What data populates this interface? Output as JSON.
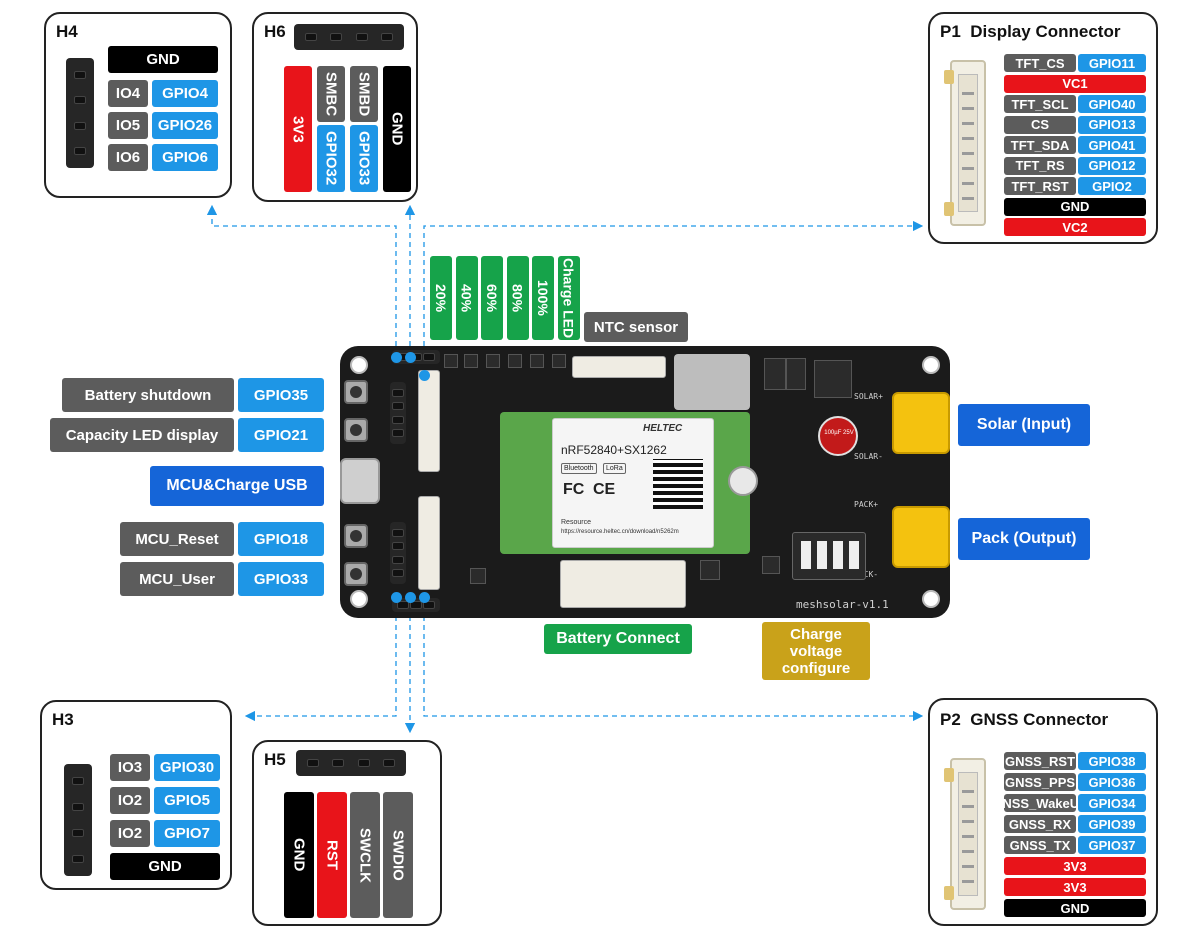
{
  "panels": {
    "h4": {
      "title": "H4",
      "pins": [
        {
          "io": "",
          "gpio": "GND"
        },
        {
          "io": "IO4",
          "gpio": "GPIO4"
        },
        {
          "io": "IO5",
          "gpio": "GPIO26"
        },
        {
          "io": "IO6",
          "gpio": "GPIO6"
        }
      ]
    },
    "h6": {
      "title": "H6",
      "pins": [
        {
          "top": "3V3",
          "bottom": ""
        },
        {
          "top": "SMBC",
          "bottom": "GPIO32"
        },
        {
          "top": "SMBD",
          "bottom": "GPIO33"
        },
        {
          "top": "GND",
          "bottom": ""
        }
      ]
    },
    "p1": {
      "num": "P1",
      "title": "Display Connector",
      "pins": [
        {
          "name": "TFT_CS",
          "gpio": "GPIO11"
        },
        {
          "name": "VC1",
          "gpio": ""
        },
        {
          "name": "TFT_SCL",
          "gpio": "GPIO40"
        },
        {
          "name": "CS",
          "gpio": "GPIO13"
        },
        {
          "name": "TFT_SDA",
          "gpio": "GPIO41"
        },
        {
          "name": "TFT_RS",
          "gpio": "GPIO12"
        },
        {
          "name": "TFT_RST",
          "gpio": "GPIO2"
        },
        {
          "name": "GND",
          "gpio": ""
        },
        {
          "name": "VC2",
          "gpio": ""
        }
      ]
    },
    "h3": {
      "title": "H3",
      "pins": [
        {
          "io": "IO3",
          "gpio": "GPIO30"
        },
        {
          "io": "IO2",
          "gpio": "GPIO5"
        },
        {
          "io": "IO2",
          "gpio": "GPIO7"
        },
        {
          "io": "",
          "gpio": "GND"
        }
      ]
    },
    "h5": {
      "title": "H5",
      "pins": [
        "GND",
        "RST",
        "SWCLK",
        "SWDIO"
      ]
    },
    "p2": {
      "num": "P2",
      "title": "GNSS Connector",
      "pins": [
        {
          "name": "GNSS_RST",
          "gpio": "GPIO38"
        },
        {
          "name": "GNSS_PPS",
          "gpio": "GPIO36"
        },
        {
          "name": "GNSS_WakeUP",
          "gpio": "GPIO34"
        },
        {
          "name": "GNSS_RX",
          "gpio": "GPIO39"
        },
        {
          "name": "GNSS_TX",
          "gpio": "GPIO37"
        },
        {
          "name": "3V3",
          "gpio": ""
        },
        {
          "name": "3V3",
          "gpio": ""
        },
        {
          "name": "GND",
          "gpio": ""
        }
      ]
    }
  },
  "left_labels": {
    "battery_shutdown": {
      "label": "Battery shutdown",
      "gpio": "GPIO35"
    },
    "capacity_led": {
      "label": "Capacity LED display",
      "gpio": "GPIO21"
    },
    "usb": {
      "label": "MCU&Charge USB"
    },
    "mcu_reset": {
      "label": "MCU_Reset",
      "gpio": "GPIO18"
    },
    "mcu_user": {
      "label": "MCU_User",
      "gpio": "GPIO33"
    }
  },
  "charge_leds": [
    "20%",
    "40%",
    "60%",
    "80%",
    "100%",
    "Charge LED"
  ],
  "labels": {
    "ntc": "NTC sensor",
    "solar": "Solar (Input)",
    "pack": "Pack (Output)",
    "battery_connect": "Battery Connect",
    "charge_voltage": "Charge voltage configure"
  },
  "board": {
    "module_title": "nRF52840+SX1262",
    "brand": "HELTEC",
    "bt_badge": "Bluetooth",
    "lora_badge": "LoRa",
    "fc": "FC",
    "ce": "CE",
    "resource": "Resource",
    "url": "https://resource.heltec.cn/download/n5262m",
    "silk_name": "meshsolar-v1.1",
    "solar_plus": "SOLAR+",
    "solar_minus": "SOLAR-",
    "pack_plus": "PACK+",
    "pack_minus": "PACK-",
    "cap_text": "100µF 25V"
  },
  "colors": {
    "gpio": "#1e96e6",
    "name": "#5c5c5c",
    "power": "#e8141a",
    "ground": "#000000",
    "accent_green": "#16a34a",
    "accent_gold": "#c9a21a",
    "accent_blue": "#1565d8"
  }
}
